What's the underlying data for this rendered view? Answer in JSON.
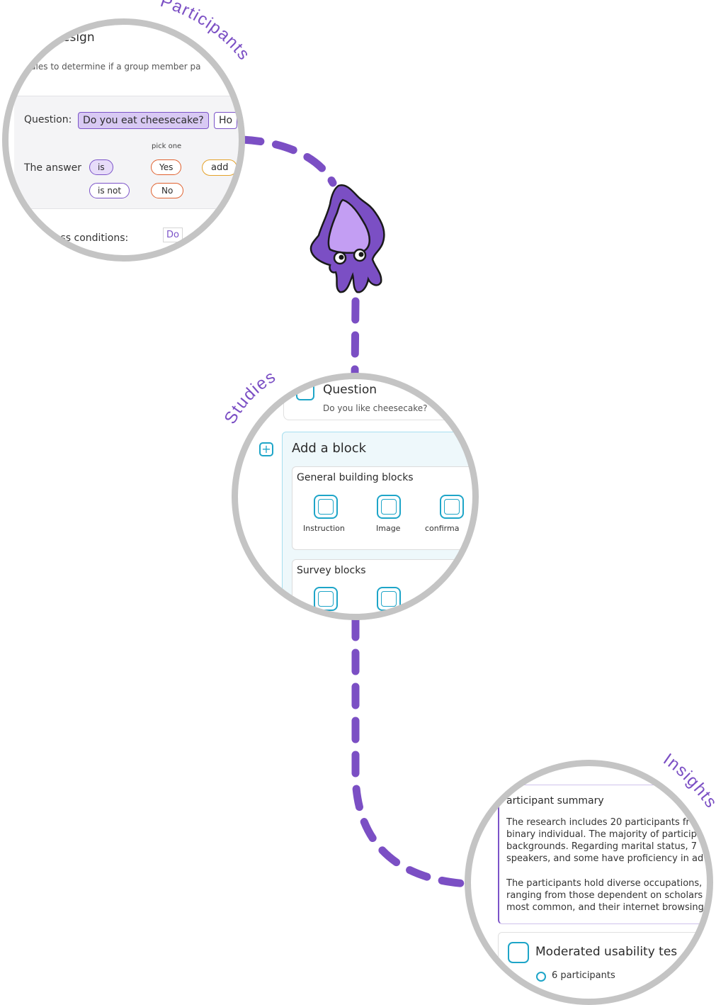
{
  "labels": {
    "participants": "Participants",
    "studies": "Studies",
    "insights": "Insights"
  },
  "participants_panel": {
    "title_fragment": "esign",
    "description_fragment": "rules to determine if a group member pa",
    "question_label": "Question:",
    "question_value": "Do you eat cheesecake?",
    "question_next_fragment": "Ho",
    "pick_hint": "pick one",
    "answer_label": "The answer",
    "operator_is": "is",
    "operator_is_not": "is not",
    "option_yes": "Yes",
    "option_no": "No",
    "add_fragment": "add",
    "pass_conditions_fragment": "pass conditions:",
    "pass_value_fragment": "Do"
  },
  "studies_panel": {
    "question_title": "Question",
    "question_subtitle": "Do you like cheesecake?",
    "add_block_title": "Add a block",
    "general_blocks_title": "General building blocks",
    "blocks": [
      "Instruction",
      "Image",
      "confirma"
    ],
    "survey_blocks_title": "Survey blocks"
  },
  "insights_panel": {
    "summary_title": "articipant summary",
    "summary_lines": [
      "The research includes 20 participants fr",
      "binary individual. The majority of particip",
      "backgrounds. Regarding marital status, 7",
      "speakers, and some have proficiency in ad"
    ],
    "summary_lines_2": [
      "The participants hold diverse occupations,",
      "ranging from those dependent on scholars",
      "most common, and their internet browsing"
    ],
    "study_title": "Moderated usability tes",
    "participants_count": "6 participants"
  },
  "colors": {
    "accent_purple": "#7b53c8",
    "accent_teal": "#1ea5c8",
    "ring_gray": "#c4c4c4",
    "orange": "#e0612f"
  }
}
